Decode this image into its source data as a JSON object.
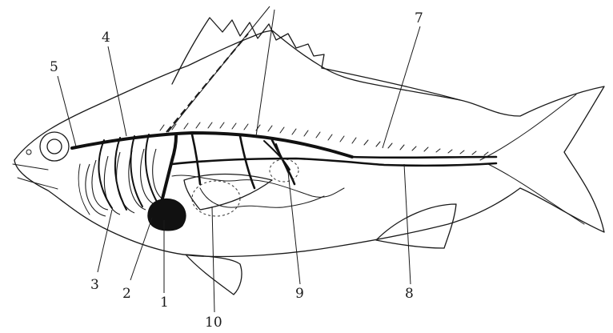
{
  "labels": {
    "l1": "1",
    "l2": "2",
    "l3": "3",
    "l4": "4",
    "l5": "5",
    "l7": "7",
    "l8": "8",
    "l9": "9",
    "l10": "10"
  }
}
